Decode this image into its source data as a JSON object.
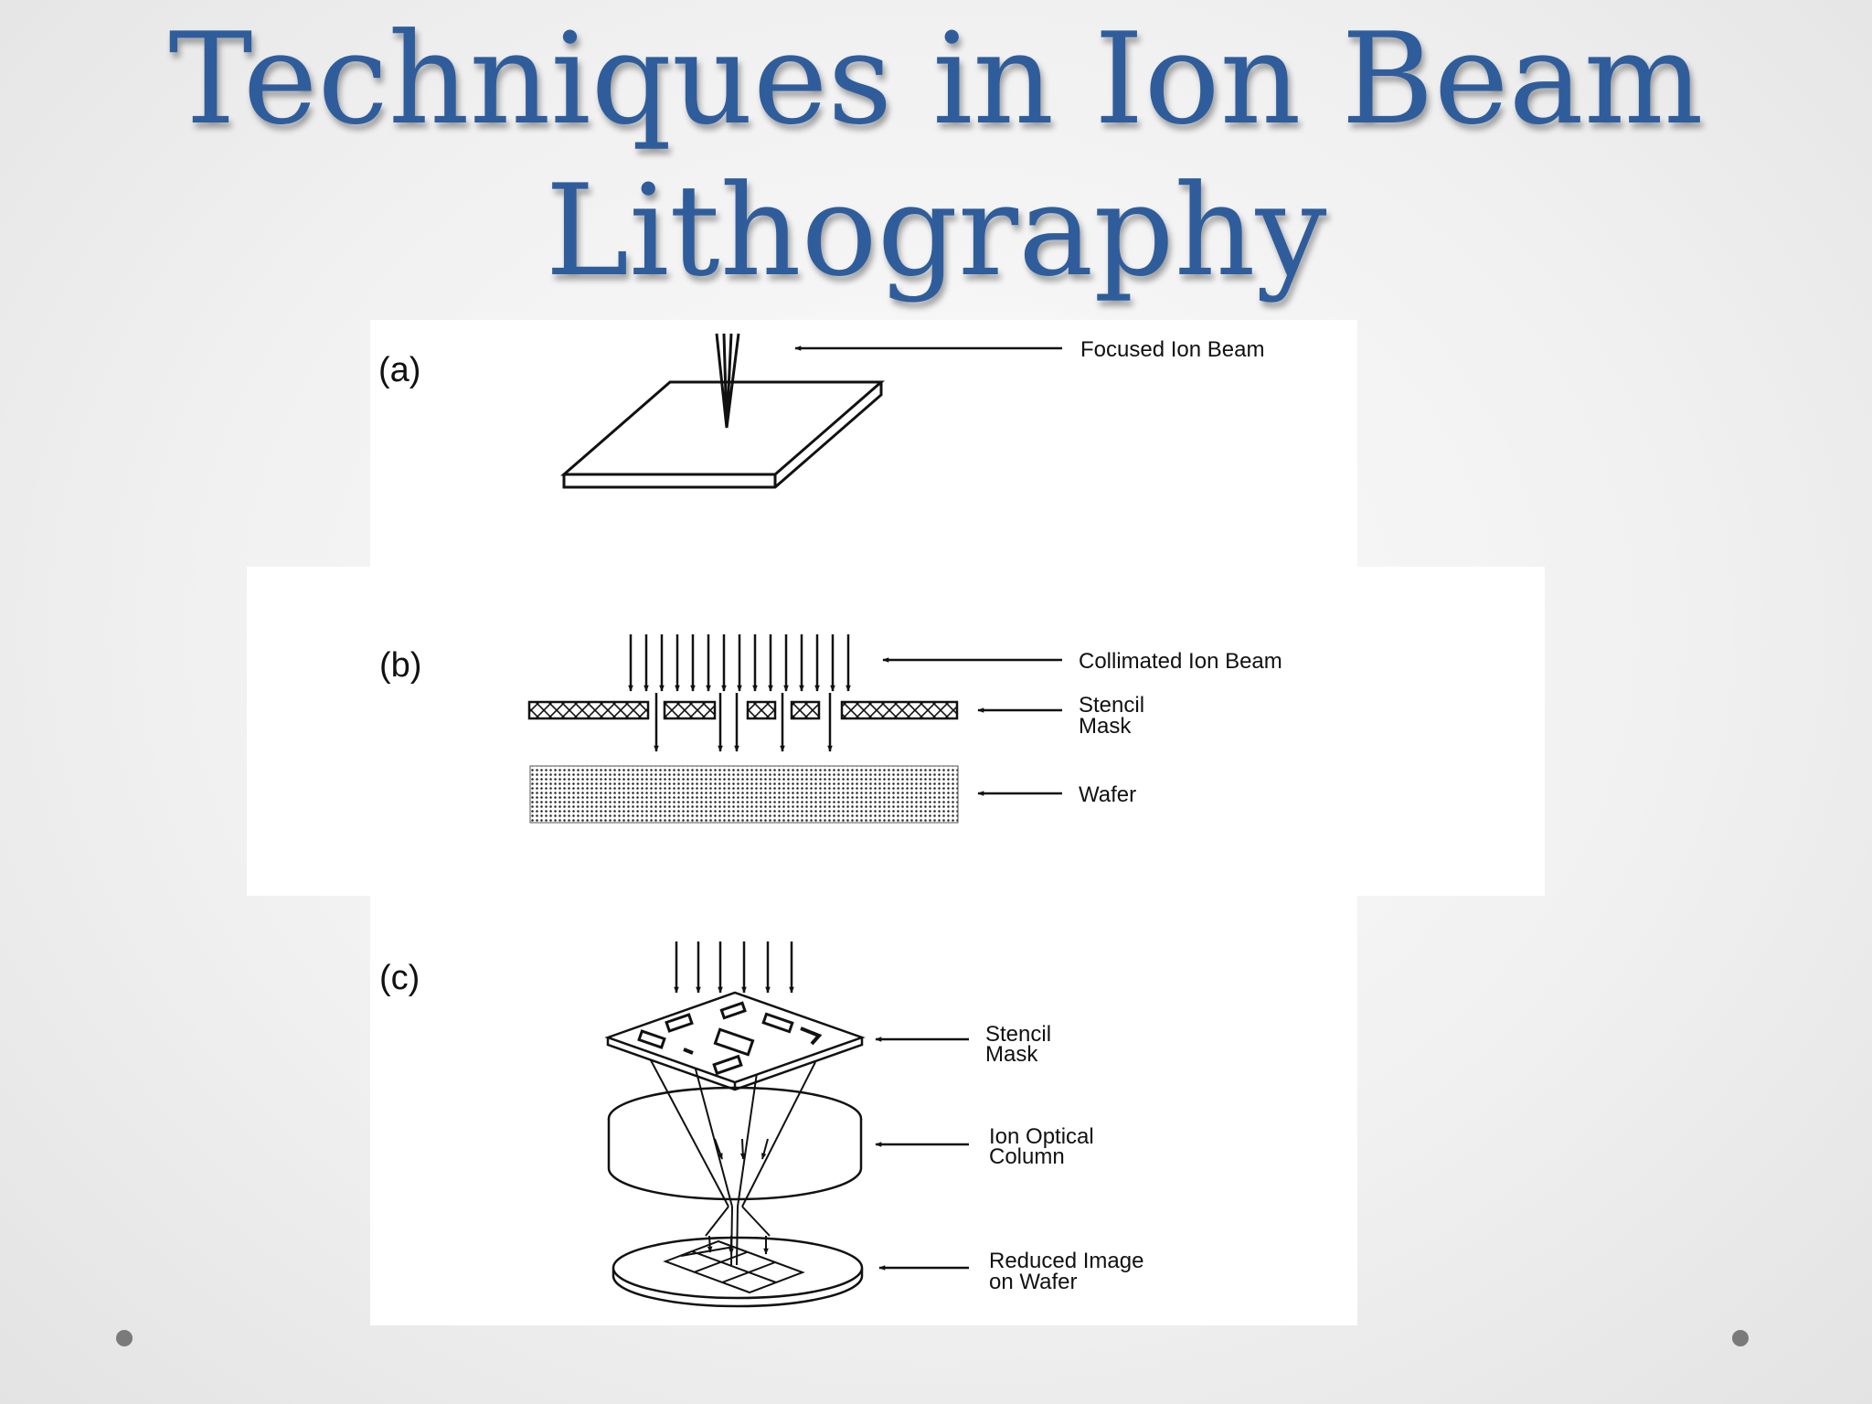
{
  "slide": {
    "title_line1": "Techniques in Ion Beam",
    "title_line2": "Lithography"
  },
  "colors": {
    "title": "#2f5d9c",
    "ink": "#111111",
    "bullet": "#7a7a7a"
  },
  "diagram": {
    "panel_a": {
      "label": "(a)",
      "focused_beam_label": "Focused Ion Beam"
    },
    "panel_b": {
      "label": "(b)",
      "collimated_beam_label": "Collimated Ion Beam",
      "stencil_mask_line1": "Stencil",
      "stencil_mask_line2": "Mask",
      "wafer_label": "Wafer"
    },
    "panel_c": {
      "label": "(c)",
      "stencil_mask_line1": "Stencil",
      "stencil_mask_line2": "Mask",
      "optical_column_line1": "Ion Optical",
      "optical_column_line2": "Column",
      "reduced_image_line1": "Reduced Image",
      "reduced_image_line2": "on Wafer"
    }
  }
}
